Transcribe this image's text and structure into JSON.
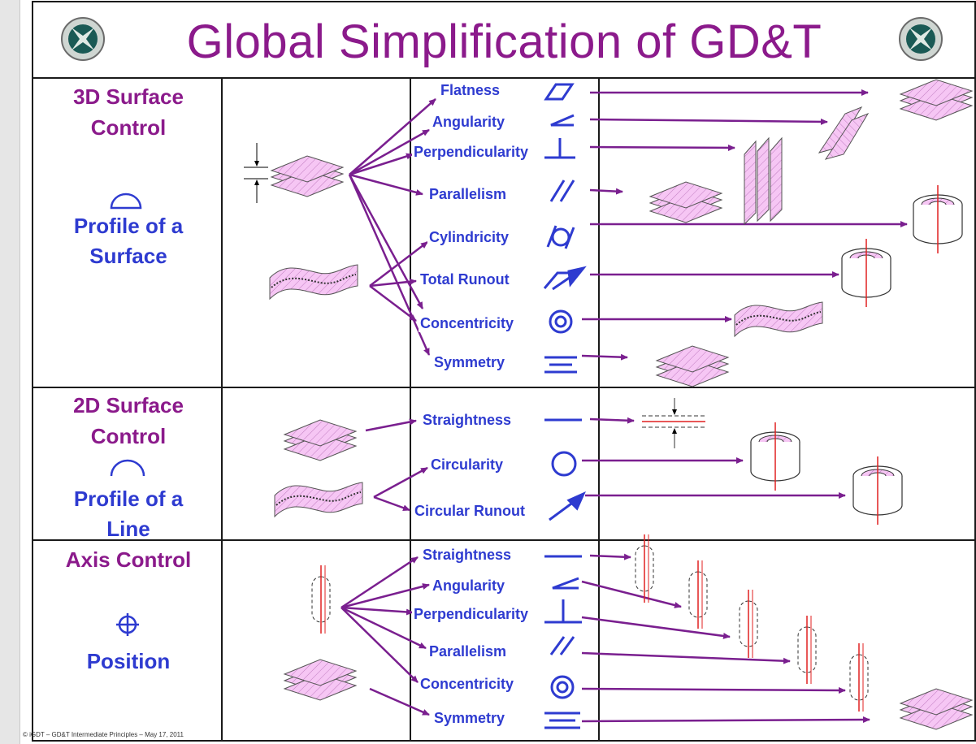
{
  "title": "Global Simplification of GD&T",
  "footer": "© iGDT – GD&T Intermediate Principles – May 17, 2011",
  "colors": {
    "title": "#8b1a8b",
    "label": "#2e3bd0",
    "arrow": "#7a1f8f",
    "hatch": "#f2b8f0",
    "axis": "#e02020"
  },
  "sections": [
    {
      "title": "3D Surface Control",
      "title_lines": [
        "3D Surface",
        "Control"
      ],
      "symbol": "profile-of-surface-icon",
      "sub_lines": [
        "Profile of a",
        "Surface"
      ],
      "characteristics": [
        "Flatness",
        "Angularity",
        "Perpendicularity",
        "Parallelism",
        "Cylindricity",
        "Total Runout",
        "Concentricity",
        "Symmetry"
      ]
    },
    {
      "title": "2D Surface Control",
      "title_lines": [
        "2D Surface",
        "Control"
      ],
      "symbol": "profile-of-line-icon",
      "sub_lines": [
        "Profile of a",
        "Line"
      ],
      "characteristics": [
        "Straightness",
        "Circularity",
        "Circular Runout"
      ]
    },
    {
      "title": "Axis Control",
      "title_lines": [
        "Axis Control"
      ],
      "symbol": "position-icon",
      "sub_lines": [
        "Position"
      ],
      "characteristics": [
        "Straightness",
        "Angularity",
        "Perpendicularity",
        "Parallelism",
        "Concentricity",
        "Symmetry"
      ]
    }
  ]
}
